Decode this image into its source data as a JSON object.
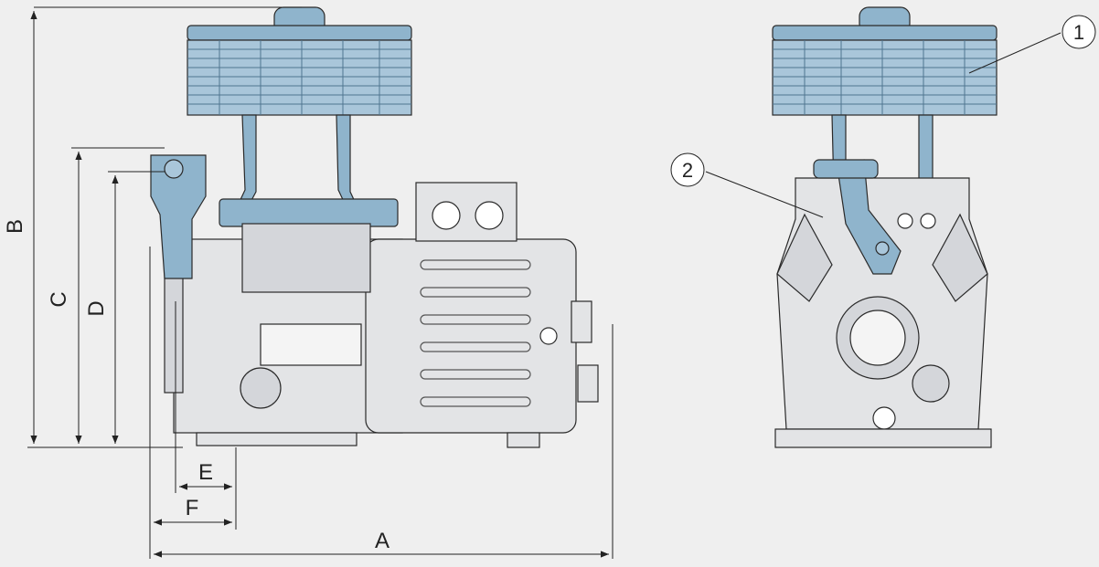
{
  "dimension_labels": {
    "a": "A",
    "b": "B",
    "c": "C",
    "d": "D",
    "e": "E",
    "f": "F"
  },
  "callouts": {
    "one": "1",
    "two": "2"
  },
  "colors": {
    "background": "#efefef",
    "fan_guard_blue": "#8fb4cc",
    "body_gray": "#e3e4e6",
    "line": "#2a2a2a"
  }
}
